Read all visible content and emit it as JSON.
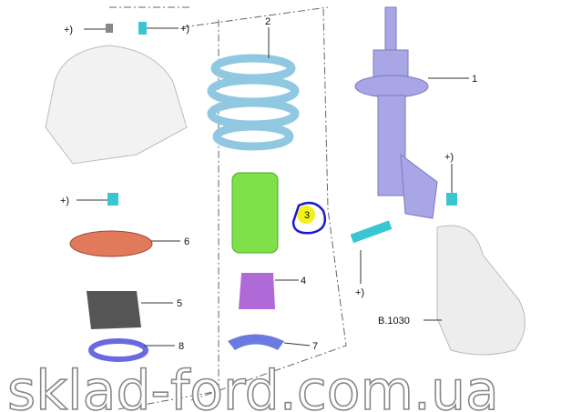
{
  "watermark": "sklad-ford.com.ua",
  "callouts": {
    "p1": "1",
    "p2": "2",
    "p3": "3",
    "p4": "4",
    "p5": "5",
    "p6": "6",
    "p7": "7",
    "p8": "8",
    "ref": "B.1030",
    "torque_a": "+)",
    "torque_b": "+)",
    "torque_c": "+)",
    "torque_d": "+)",
    "torque_e": "+)"
  },
  "colors": {
    "spring": "#8fc8e0",
    "bumper": "#7fe04a",
    "strut": "#a9a6e6",
    "mount": "#e07a5a",
    "bolt": "#39c6d2",
    "highlight": "#f3f01a",
    "circle": "#1a1ad0"
  }
}
